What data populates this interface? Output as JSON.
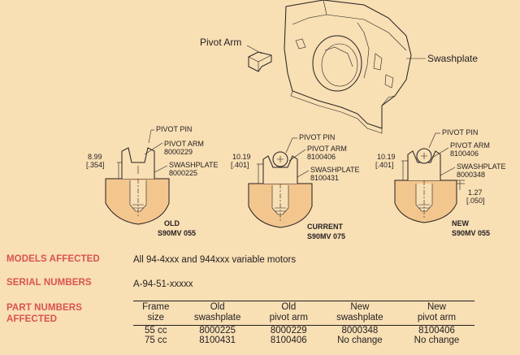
{
  "figure": {
    "swashplate_label": "Swashplate",
    "pivot_arm_label": "Pivot Arm",
    "details": [
      {
        "pin_label": "PIVOT PIN",
        "arm_label": "PIVOT ARM",
        "arm_part": "8000229",
        "plate_label": "SWASHPLATE",
        "plate_part": "8000225",
        "dim_mm": "8.99",
        "dim_in": "[.354]",
        "caption_line1": "OLD",
        "caption_line2": "S90MV 055"
      },
      {
        "pin_label": "PIVOT PIN",
        "arm_label": "PIVOT ARM",
        "arm_part": "8100406",
        "plate_label": "SWASHPLATE",
        "plate_part": "8100431",
        "dim_mm": "10.19",
        "dim_in": "[.401]",
        "caption_line1": "CURRENT",
        "caption_line2": "S90MV 075"
      },
      {
        "pin_label": "PIVOT PIN",
        "arm_label": "PIVOT ARM",
        "arm_part": "8100406",
        "plate_label": "SWASHPLATE",
        "plate_part": "8000348",
        "dim_mm": "10.19",
        "dim_in": "[.401]",
        "step_mm": "1.27",
        "step_in": "[.050]",
        "caption_line1": "NEW",
        "caption_line2": "S90MV 055"
      }
    ]
  },
  "models": {
    "label": "MODELS AFFECTED",
    "value": "All 94-4xxx and 944xxx variable motors"
  },
  "serials": {
    "label": "SERIAL NUMBERS",
    "value": "A-94-51-xxxxx"
  },
  "parts": {
    "label_line1": "PART NUMBERS",
    "label_line2": "AFFECTED",
    "headers": [
      [
        "Frame",
        "size"
      ],
      [
        "Old",
        "swashplate"
      ],
      [
        "Old",
        "pivot arm"
      ],
      [
        "New",
        "swashplate"
      ],
      [
        "New",
        "pivot arm"
      ]
    ],
    "rows": [
      [
        "55 cc",
        "8000225",
        "8000229",
        "8000348",
        "8100406"
      ],
      [
        "75 cc",
        "8100431",
        "8100406",
        "No change",
        "No change"
      ]
    ]
  }
}
